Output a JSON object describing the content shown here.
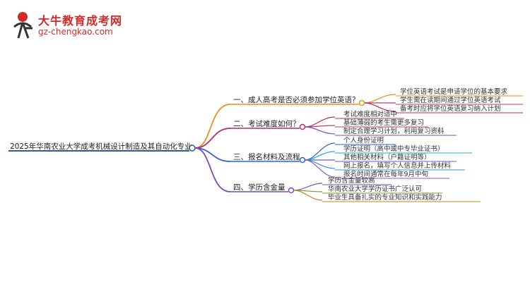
{
  "brand": {
    "title": "大牛教育成考网",
    "url": "gz-chengkao.com"
  },
  "colors": {
    "root": "#2c5f99",
    "b1": "#f08c1e",
    "b2": "#b62a6e",
    "b3": "#2b62d9",
    "b4": "#7a4ab8",
    "leaf_a": "#f08c1e",
    "leaf_b": "#c43b6b",
    "leaf_c": "#b62a6e",
    "leaf_d": "#2b62d9",
    "leaf_e": "#2aa8b8",
    "leaf_f": "#6c5bd4",
    "leaf_g": "#3c8fd6",
    "leaf_h": "#8b5ad0",
    "leaf_i": "#7a9b2e",
    "leaf_j": "#c38a1a"
  },
  "root": "2025年华南农业大学成考机械设计制造及其自动化专业",
  "branches": [
    {
      "label": "一、成人高考是否必须参加学位英语？",
      "leaves": [
        "学位英语考试是申请学位的基本要求",
        "学生需在读期间通过学位英语考试",
        "备考时应将学位英语复习纳入计划"
      ]
    },
    {
      "label": "二、考试难度如何？",
      "leaves": [
        "考试难度相对适中",
        "基础薄弱的考生需更多复习",
        "制定合理学习计划，利用复习资料"
      ]
    },
    {
      "label": "三、报名材料及流程",
      "leaves": [
        "个人身份证明",
        "学历证明（高中或中专毕业证书）",
        "其他相关材料（户籍证明等）",
        "网上报名，填写个人信息并上传材料",
        "报名时间通常在每年9月中旬"
      ]
    },
    {
      "label": "四、学历含金量",
      "leaves": [
        "学历含金量较高",
        "华南农业大学学历证书广泛认可",
        "毕业生具备扎实的专业知识和实践能力"
      ]
    }
  ]
}
